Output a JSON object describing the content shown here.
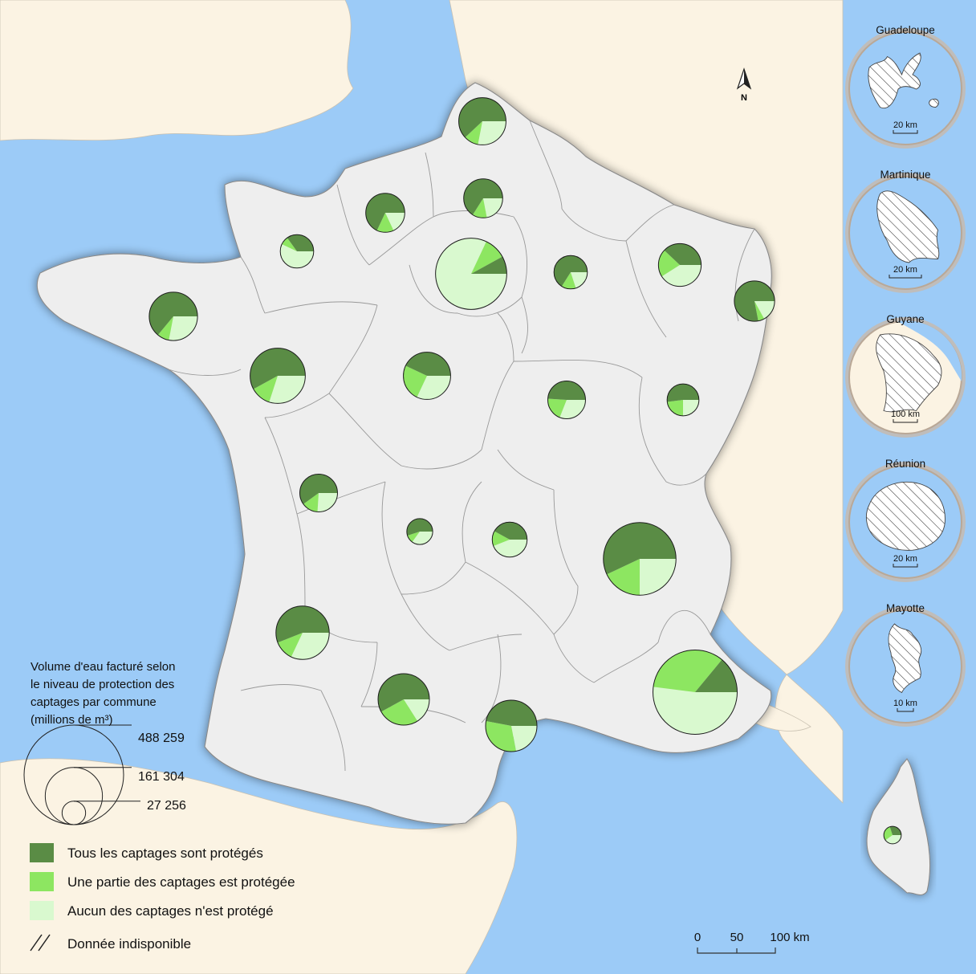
{
  "colors": {
    "sea": "#9ccbf7",
    "land_foreign": "#fbf3e3",
    "france": "#eeeeee",
    "all_protected": "#5a8c45",
    "some_protected": "#8de661",
    "none_protected": "#d9f9cf"
  },
  "north_arrow": {
    "label": "N",
    "icon": "north-arrow-icon"
  },
  "scale_bar": {
    "ticks": [
      "0",
      "50",
      "100 km"
    ]
  },
  "legend": {
    "title_lines": [
      "Volume d'eau facturé selon",
      "le niveau de protection des",
      "captages par commune",
      "(millions de m³)"
    ],
    "size_values": [
      "488 259",
      "161 304",
      "27 256"
    ],
    "size_reference_values": [
      488259,
      161304,
      27256
    ],
    "categories": [
      {
        "key": "all_protected",
        "label": "Tous les captages sont protégés"
      },
      {
        "key": "some_protected",
        "label": "Une partie des captages est protégée"
      },
      {
        "key": "none_protected",
        "label": "Aucun des captages n'est protégé"
      }
    ],
    "no_data_label": "Donnée indisponible"
  },
  "overseas": [
    {
      "name": "Guadeloupe",
      "scale": "20 km",
      "no_data": true
    },
    {
      "name": "Martinique",
      "scale": "20 km",
      "no_data": true
    },
    {
      "name": "Guyane",
      "scale": "100 km",
      "no_data": true
    },
    {
      "name": "Réunion",
      "scale": "20 km",
      "no_data": true
    },
    {
      "name": "Mayotte",
      "scale": "10 km",
      "no_data": true
    }
  ],
  "map_data": {
    "type": "proportional-pie-map",
    "note": "Shares are fractions (all_protected, some_protected, none_protected); volume relative to legend circles.",
    "pies": [
      {
        "id": "nord-pas-de-calais",
        "volume": 110000,
        "shares": [
          0.62,
          0.1,
          0.28
        ]
      },
      {
        "id": "picardie",
        "volume": 75000,
        "shares": [
          0.66,
          0.12,
          0.22
        ]
      },
      {
        "id": "haute-normandie",
        "volume": 75000,
        "shares": [
          0.68,
          0.14,
          0.18
        ]
      },
      {
        "id": "basse-normandie",
        "volume": 55000,
        "shares": [
          0.35,
          0.08,
          0.57
        ]
      },
      {
        "id": "ile-de-france",
        "volume": 250000,
        "shares": [
          0.08,
          0.1,
          0.82
        ]
      },
      {
        "id": "champagne-ardenne",
        "volume": 55000,
        "shares": [
          0.66,
          0.14,
          0.2
        ]
      },
      {
        "id": "lorraine",
        "volume": 90000,
        "shares": [
          0.38,
          0.21,
          0.41
        ]
      },
      {
        "id": "alsace",
        "volume": 80000,
        "shares": [
          0.78,
          0.05,
          0.17
        ]
      },
      {
        "id": "bretagne",
        "volume": 115000,
        "shares": [
          0.64,
          0.08,
          0.28
        ]
      },
      {
        "id": "pays-de-la-loire",
        "volume": 150000,
        "shares": [
          0.58,
          0.12,
          0.3
        ]
      },
      {
        "id": "centre",
        "volume": 110000,
        "shares": [
          0.43,
          0.25,
          0.32
        ]
      },
      {
        "id": "bourgogne",
        "volume": 70000,
        "shares": [
          0.49,
          0.2,
          0.31
        ]
      },
      {
        "id": "franche-comte",
        "volume": 50000,
        "shares": [
          0.52,
          0.23,
          0.25
        ]
      },
      {
        "id": "poitou-charentes",
        "volume": 70000,
        "shares": [
          0.6,
          0.14,
          0.26
        ]
      },
      {
        "id": "limousin",
        "volume": 33000,
        "shares": [
          0.55,
          0.1,
          0.35
        ]
      },
      {
        "id": "auvergne",
        "volume": 60000,
        "shares": [
          0.42,
          0.14,
          0.44
        ]
      },
      {
        "id": "rhone-alpes",
        "volume": 260000,
        "shares": [
          0.57,
          0.18,
          0.25
        ]
      },
      {
        "id": "aquitaine",
        "volume": 140000,
        "shares": [
          0.56,
          0.12,
          0.32
        ]
      },
      {
        "id": "midi-pyrenees",
        "volume": 130000,
        "shares": [
          0.58,
          0.26,
          0.16
        ]
      },
      {
        "id": "languedoc-roussillon",
        "volume": 130000,
        "shares": [
          0.47,
          0.31,
          0.22
        ]
      },
      {
        "id": "provence-alpes-cote-dazur",
        "volume": 350000,
        "shares": [
          0.14,
          0.34,
          0.52
        ]
      },
      {
        "id": "corse",
        "volume": 15000,
        "shares": [
          0.3,
          0.3,
          0.4
        ]
      }
    ]
  }
}
